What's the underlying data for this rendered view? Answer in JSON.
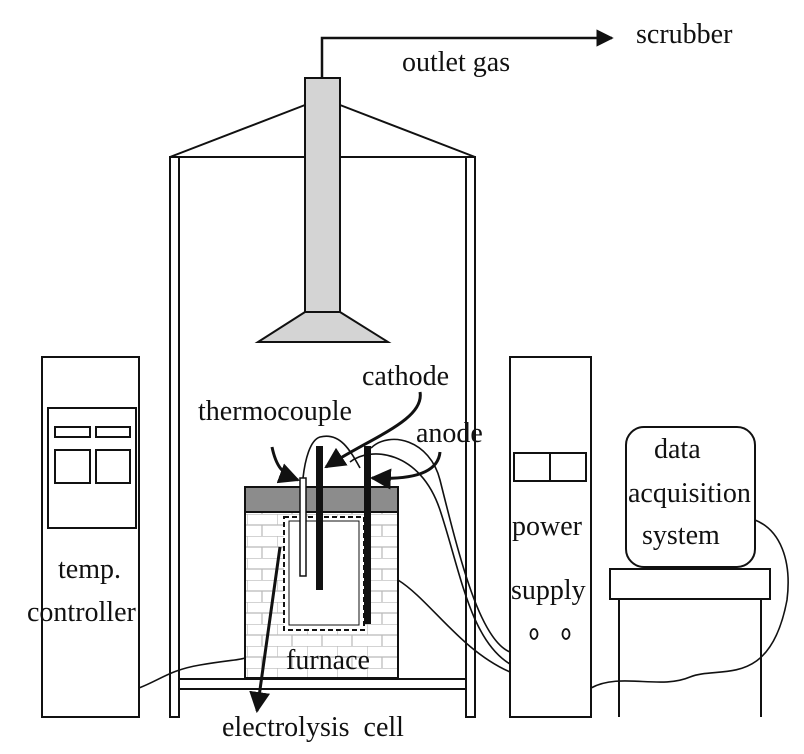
{
  "labels": {
    "scrubber": "scrubber",
    "outlet_gas": "outlet gas",
    "cathode": "cathode",
    "thermocouple": "thermocouple",
    "anode": "anode",
    "data": "data",
    "acquisition": "acquisition",
    "system": "system",
    "temp": "temp.",
    "controller": "controller",
    "power": "power",
    "supply": "supply",
    "furnace": "furnace",
    "electrolysis_cell": "electrolysis  cell"
  },
  "colors": {
    "line": "#111111",
    "hood_fill": "#d4d4d4",
    "lid_fill": "#8c8c8c",
    "brick_line": "#b9b9b9"
  }
}
